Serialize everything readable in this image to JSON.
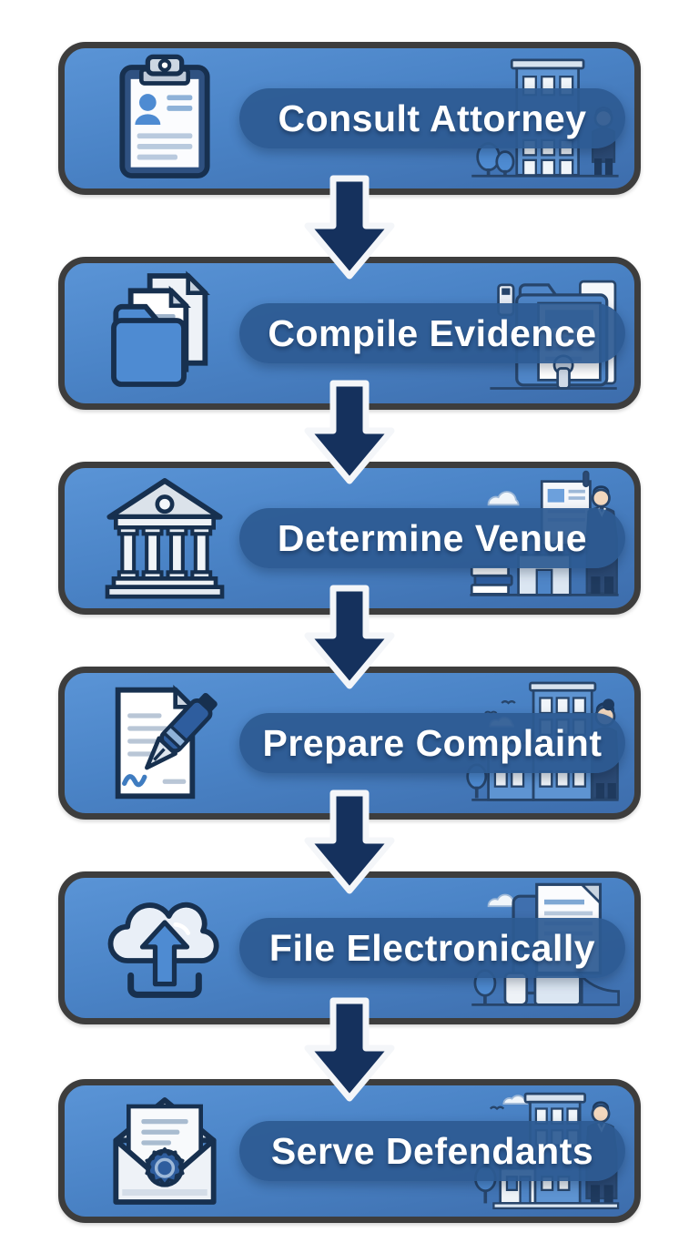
{
  "flowchart": {
    "direction": "top-to-bottom",
    "step_count": 6,
    "steps": [
      {
        "label": "Consult Attorney",
        "icon": "clipboard-icon",
        "scene": "office-building-person-trees"
      },
      {
        "label": "Compile Evidence",
        "icon": "folder-documents-icon",
        "scene": "folders-and-documents"
      },
      {
        "label": "Determine Venue",
        "icon": "courthouse-icon",
        "scene": "attorney-document-books"
      },
      {
        "label": "Prepare Complaint",
        "icon": "document-pen-icon",
        "scene": "city-buildings-woman"
      },
      {
        "label": "File Electronically",
        "icon": "cloud-upload-icon",
        "scene": "documents-cloud-tree"
      },
      {
        "label": "Serve Defendants",
        "icon": "envelope-seal-icon",
        "scene": "building-person-tree"
      }
    ],
    "connector": {
      "shape": "down-arrow",
      "count": 5,
      "color": "#15315d",
      "outline": "#f4f6f9"
    },
    "colors": {
      "page_background": "#ffffff",
      "card_border": "#3d3d3d",
      "card_fill_top": "#5a94d6",
      "card_fill_bottom": "#3d6dac",
      "label_pill": "#2d5a92",
      "label_text": "#ffffff"
    }
  }
}
